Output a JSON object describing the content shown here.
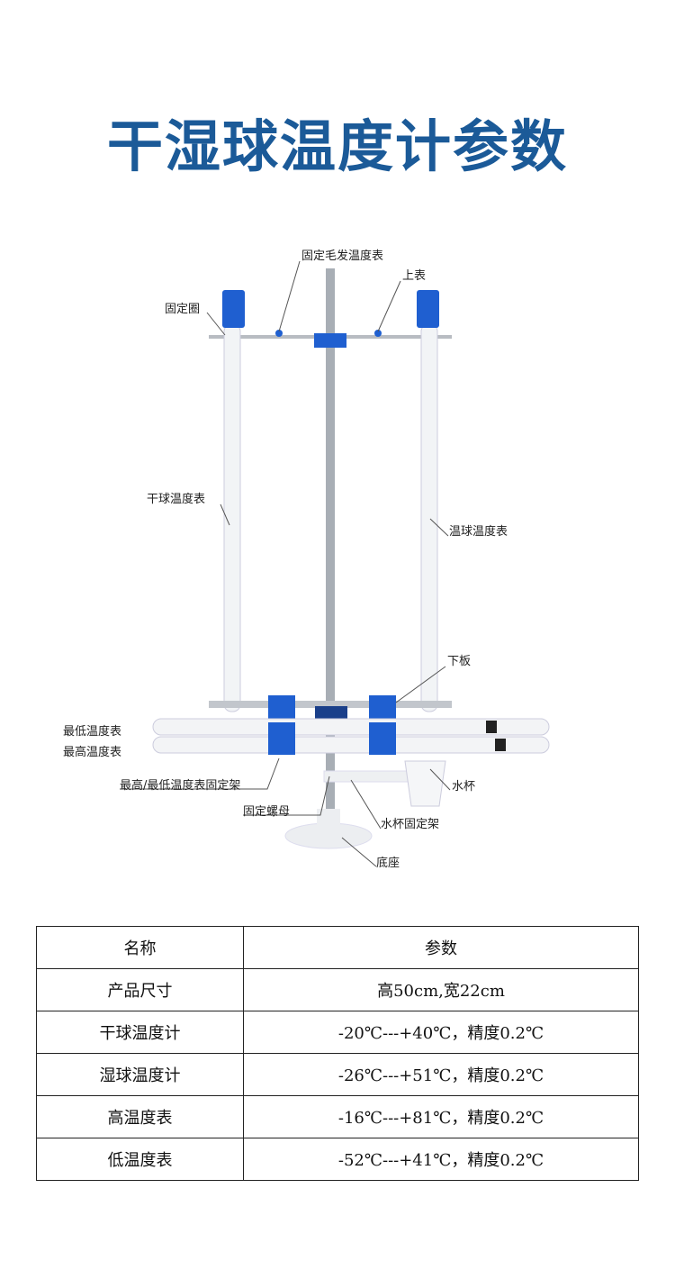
{
  "title": "干湿球温度计参数",
  "diagram_labels": {
    "hair_hygrometer_mount": "固定毛发温度表",
    "upper_plate": "上表",
    "fixing_ring": "固定圈",
    "dry_bulb": "干球温度表",
    "wet_bulb": "温球温度表",
    "lower_plate": "下板",
    "min_thermometer": "最低温度表",
    "max_thermometer": "最高温度表",
    "maxmin_mount": "最高/最低温度表固定架",
    "water_cup": "水杯",
    "fixing_nut": "固定螺母",
    "cup_mount": "水杯固定架",
    "base": "底座"
  },
  "colors": {
    "title": "#1b5a98",
    "clip_blue": "#1f5fd0"
  },
  "table": {
    "headers": [
      "名称",
      "参数"
    ],
    "rows": [
      [
        "产品尺寸",
        "高50cm,宽22cm"
      ],
      [
        "干球温度计",
        "-20℃---+40℃，精度0.2℃"
      ],
      [
        "湿球温度计",
        "-26℃---+51℃，精度0.2℃"
      ],
      [
        "高温度表",
        "-16℃---+81℃，精度0.2℃"
      ],
      [
        "低温度表",
        "-52℃---+41℃，精度0.2℃"
      ]
    ]
  }
}
